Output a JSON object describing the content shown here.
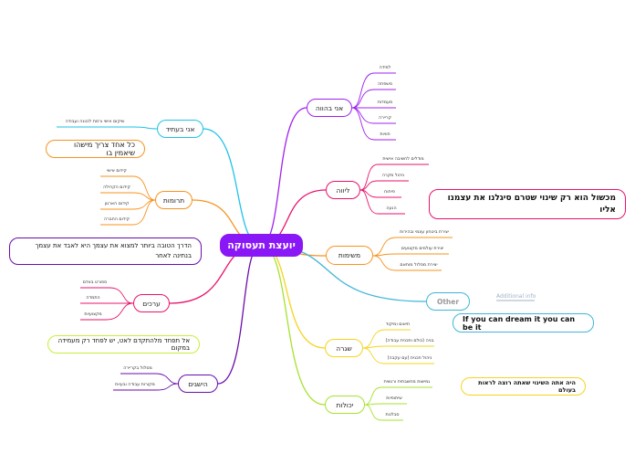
{
  "root": {
    "label": "יועצת תעסוקה",
    "color": "#8a17f5"
  },
  "branches": {
    "ani_behovot": {
      "label": "אני בהווה",
      "color": "#a020f0",
      "leaves": [
        "למידה",
        "משפחה",
        "מעמדות",
        "קריירה",
        "חוויות"
      ]
    },
    "livah": {
      "label": "ליווה",
      "color": "#e8136b",
      "leaves": [
        "מודלים לחשיבה אישית",
        "ניהול מקרה",
        "פיתוח",
        "הנעה"
      ]
    },
    "mashimot": {
      "label": "משימות",
      "color": "#f7931e",
      "leaves": [
        "יצירת ביטחון עצמי ובהירות",
        "יצירת עולמים מקצועים",
        "יצירת מסלול מותאם"
      ]
    },
    "other": {
      "label": "Other",
      "color": "#3fb6d9",
      "addinfo": "Additional info"
    },
    "shagra": {
      "label": "שגרה",
      "color": "#f4d41e",
      "leaves": [
        "תיאום ומיקוד",
        "בניה (כולם ותכנית עבודה)",
        "ניהול תכנית (עם עקבה)"
      ]
    },
    "yecholot": {
      "label": "יכולות",
      "color": "#a6e22e",
      "leaves": [
        "גמישות מחשבתית ורגשית",
        "שיתופיות",
        "סבלנות"
      ]
    },
    "ani_baatid": {
      "label": "אני בעתיד",
      "color": "#1fc2e8",
      "leaves": [
        "שיקום אישי ורמת לכוונה ועבודה"
      ]
    },
    "truma": {
      "label": "תרומות",
      "color": "#f7931e",
      "leaves": [
        "קידום אישי",
        "קידום הקהילה",
        "קידום הארגון",
        "קידום החברה"
      ]
    },
    "arachim": {
      "label": "ערכים",
      "color": "#e8136b",
      "leaves": [
        "ספורט באדם",
        "התמדה",
        "מקצועיות"
      ]
    },
    "hishgim": {
      "label": "הישגים",
      "color": "#6a0dad",
      "leaves": [
        "מסלול בקריירה",
        "מקורות עבודה ובעיות"
      ]
    }
  },
  "notes": {
    "orange_note": "כל אחד צריך מישהו שיאמין בו",
    "purple_note": "הדרך הטובה ביותר למצוא את עצמך היא לאבד את עצמך בנתינה לאחר",
    "lime_note": "אל תפחד מלהתקדם לאט, יש לפחד רק מעמידה במקום",
    "pink_note": "מכשול הוא רק שינוי שטרם סיגלנו את עצמנו אליו",
    "blue_note": "If you can dream it you can be it",
    "yellow_note": "היה אתה השינוי שאתה רוצה לראות בעולם"
  }
}
